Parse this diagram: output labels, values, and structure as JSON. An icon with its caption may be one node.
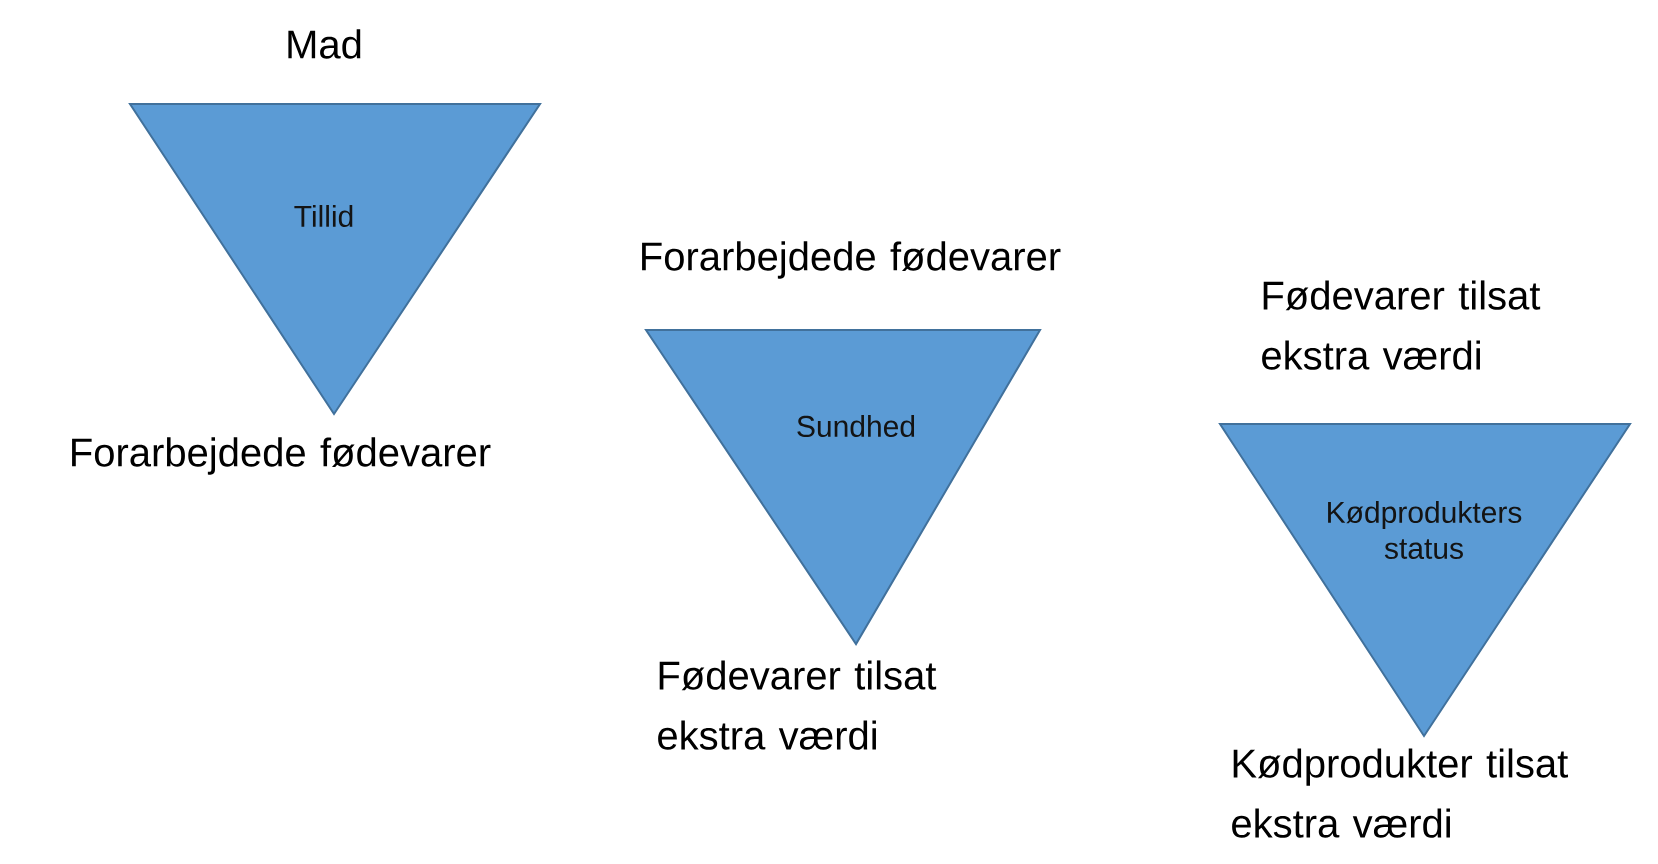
{
  "diagram": {
    "nodes": [
      {
        "text": [
          "Tillid"
        ],
        "beside": [
          "Mad",
          "Forarbejdede fødevarer"
        ]
      },
      {
        "text": [
          "Sundhed"
        ],
        "beside": [
          "Forarbejdede fødevarer",
          "Fødevarer tilsat ekstra værdi"
        ]
      },
      {
        "text": [
          "Kødprodukters status"
        ],
        "beside": [
          "Fødevarer tilsat ekstra værdi",
          "Kødprodukter tilsat ekstra værdi"
        ]
      }
    ]
  }
}
